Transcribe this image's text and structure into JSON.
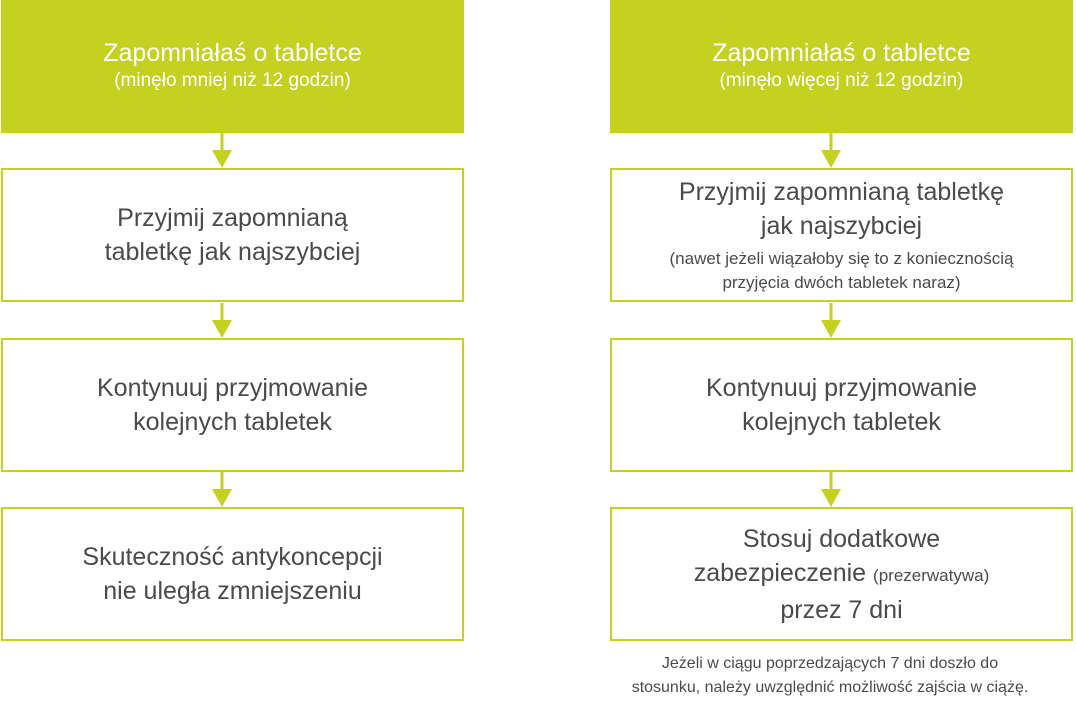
{
  "colors": {
    "accent": "#c5d121",
    "text": "#4a4a4a",
    "header_text": "#ffffff"
  },
  "left": {
    "header": {
      "title": "Zapomniałaś o tabletce",
      "subtitle": "(minęło mniej niż 12 godzin)"
    },
    "step1": {
      "lines": [
        "Przyjmij zapomnianą",
        "tabletkę jak najszybciej"
      ]
    },
    "step2": {
      "lines": [
        "Kontynuuj przyjmowanie",
        "kolejnych tabletek"
      ]
    },
    "step3": {
      "lines": [
        "Skuteczność antykoncepcji",
        "nie uległa zmniejszeniu"
      ]
    }
  },
  "right": {
    "header": {
      "title": "Zapomniałaś o tabletce",
      "subtitle": "(minęło więcej niż 12 godzin)"
    },
    "step1": {
      "lines": [
        "Przyjmij zapomnianą tabletkę",
        "jak najszybciej"
      ],
      "note_lines": [
        "(nawet jeżeli wiązałoby się to z koniecznością",
        "przyjęcia dwóch tabletek naraz)"
      ]
    },
    "step2": {
      "lines": [
        "Kontynuuj przyjmowanie",
        "kolejnych tabletek"
      ]
    },
    "step3": {
      "line1": "Stosuj dodatkowe",
      "line2": "zabezpieczenie",
      "line2_note": "(prezerwatywa)",
      "line3": "przez 7 dni"
    }
  },
  "footnote": {
    "lines": [
      "Jeżeli w ciągu poprzedzających 7 dni doszło do",
      "stosunku, należy uwzględnić możliwość zajścia w ciążę."
    ]
  }
}
